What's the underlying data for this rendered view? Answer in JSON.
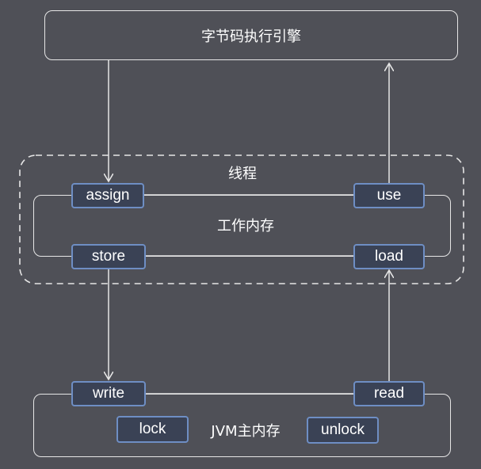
{
  "engine": {
    "label": "字节码执行引擎"
  },
  "thread": {
    "label": "线程"
  },
  "working_memory": {
    "label": "工作内存",
    "ops": {
      "assign": "assign",
      "use": "use",
      "store": "store",
      "load": "load"
    }
  },
  "main_memory": {
    "label": "JVM主内存",
    "ops": {
      "write": "write",
      "read": "read",
      "lock": "lock",
      "unlock": "unlock"
    }
  },
  "colors": {
    "background": "#4f5057",
    "line": "#e6e6e6",
    "op_fill": "#3a4255",
    "op_border": "#6e8ec4",
    "text": "#ffffff"
  }
}
